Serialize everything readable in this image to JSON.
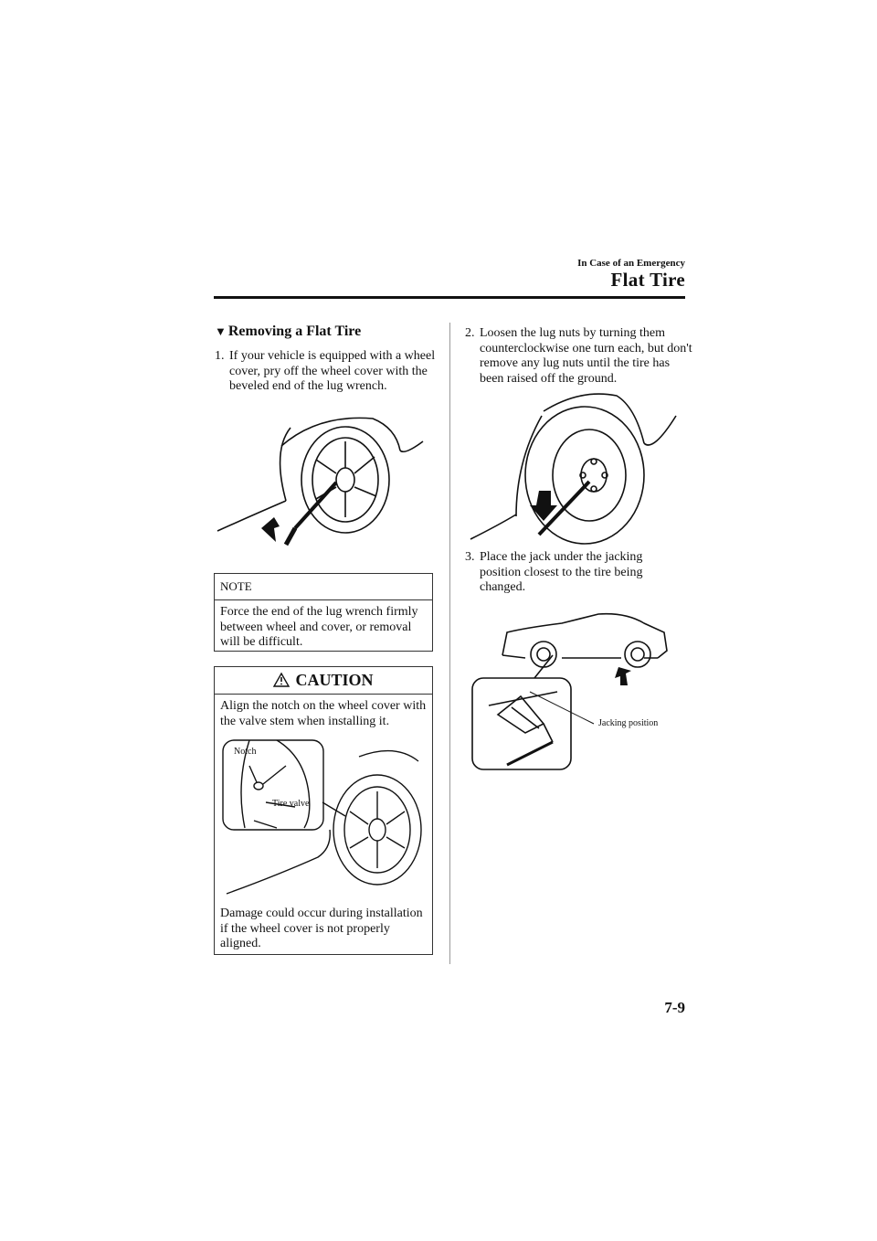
{
  "header": {
    "section": "In Case of an Emergency",
    "title": "Flat Tire"
  },
  "subheading": {
    "marker": "▼",
    "text": "Removing a Flat Tire"
  },
  "steps": [
    {
      "number": "1.",
      "text": "If your vehicle is equipped with a wheel cover, pry off the wheel cover with the beveled end of the lug wrench."
    },
    {
      "number": "2.",
      "text": "Loosen the lug nuts by turning them counterclockwise one turn each, but don't remove any lug nuts until the tire has been raised off the ground."
    },
    {
      "number": "3.",
      "text": "Place the jack under the jacking position closest to the tire being changed."
    }
  ],
  "note": {
    "label": "NOTE",
    "text": "Force the end of the lug wrench firmly between wheel and cover, or removal will be difficult."
  },
  "caution": {
    "label": "CAUTION",
    "text_1": "Align the notch on the wheel cover with the valve stem when installing it.",
    "text_2": "Damage could occur during installation if the wheel cover is not properly aligned.",
    "illustration_labels": {
      "notch": "Notch",
      "tire_valve": "Tire valve"
    }
  },
  "illustration_labels": {
    "jacking_position": "Jacking position"
  },
  "page_number": "7-9",
  "icons": [
    "warning-triangle-icon",
    "arrow-icon"
  ]
}
